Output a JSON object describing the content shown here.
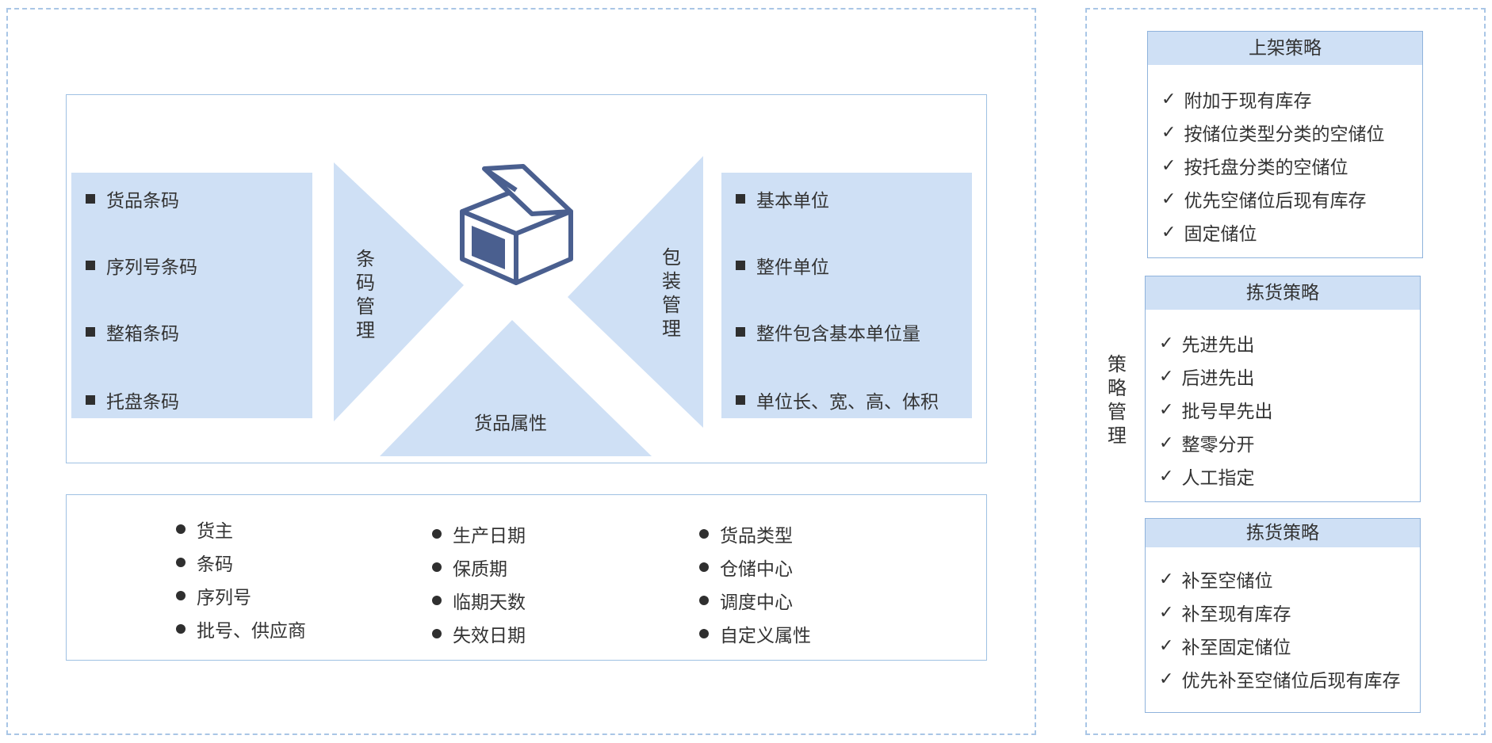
{
  "product_panel": {
    "barcode_list": [
      "货品条码",
      "序列号条码",
      "整箱条码",
      "托盘条码"
    ],
    "barcode_management_label": "条码管理",
    "packaging_management_label": "包装管理",
    "attribute_label": "货品属性",
    "unit_list": [
      "基本单位",
      "整件单位",
      "整件包含基本单位量",
      "单位长、宽、高、体积"
    ],
    "center_icon": "box-icon"
  },
  "attributes": {
    "col1": [
      "货主",
      "条码",
      "序列号",
      "批号、供应商"
    ],
    "col2": [
      "生产日期",
      "保质期",
      "临期天数",
      "失效日期"
    ],
    "col3": [
      "货品类型",
      "仓储中心",
      "调度中心",
      "自定义属性"
    ]
  },
  "strategy": {
    "label": "策略管理",
    "putaway": {
      "title": "上架策略",
      "items": [
        "附加于现有库存",
        "按储位类型分类的空储位",
        "按托盘分类的空储位",
        "优先空储位后现有库存",
        "固定储位"
      ]
    },
    "picking": {
      "title": "拣货策略",
      "items": [
        "先进先出",
        "后进先出",
        "批号早先出",
        "整零分开",
        "人工指定"
      ]
    },
    "replenish": {
      "title": "拣货策略",
      "items": [
        "补至空储位",
        "补至现有库存",
        "补至固定储位",
        "优先补至空储位后现有库存"
      ]
    }
  },
  "colors": {
    "panel_fill": "#cfe0f5",
    "border": "#9fc1e3",
    "icon": "#4a5f8f"
  }
}
